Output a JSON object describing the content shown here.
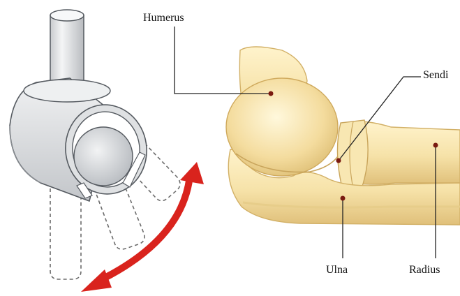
{
  "labels": {
    "humerus": "Humerus",
    "sendi": "Sendi",
    "ulna": "Ulna",
    "radius": "Radius"
  },
  "colors": {
    "bone_fill": "#f6e2a8",
    "bone_shadow": "#e3c47a",
    "bone_highlight": "#fff6d6",
    "leader_line": "#222222",
    "marker_dot": "#7a1a10",
    "arrow": "#d9231d",
    "hinge_fill": "#e9eaec",
    "hinge_stroke": "#555a60",
    "dashed_outline": "#6b6b6b"
  },
  "icons": {
    "hinge": "hinge-joint-model",
    "arrow": "curved-double-arrow"
  }
}
